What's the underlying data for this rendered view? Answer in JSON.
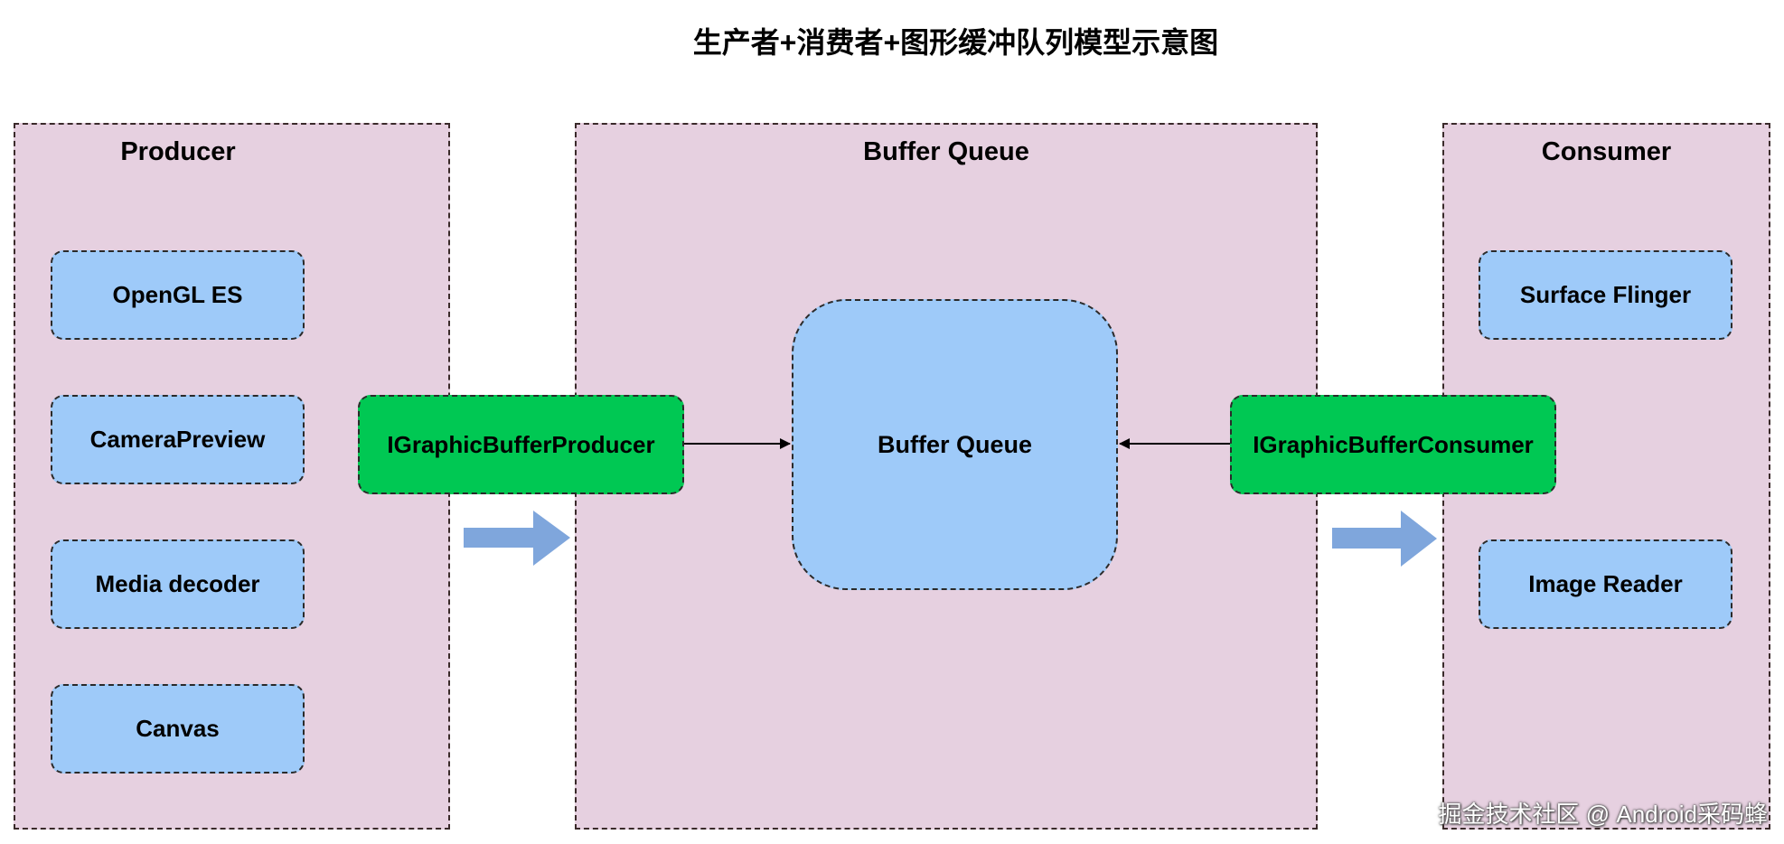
{
  "title": "生产者+消费者+图形缓冲队列模型示意图",
  "producer": {
    "title": "Producer",
    "items": [
      "OpenGL ES",
      "CameraPreview",
      "Media decoder",
      "Canvas"
    ]
  },
  "buffer_queue": {
    "title": "Buffer Queue",
    "center_label": "Buffer Queue"
  },
  "consumer": {
    "title": "Consumer",
    "items": [
      "Surface Flinger",
      "Image Reader"
    ]
  },
  "interfaces": {
    "producer_interface": "IGraphicBufferProducer",
    "consumer_interface": "IGraphicBufferConsumer"
  },
  "footer": "掘金技术社区 @ Android采码蜂",
  "colors": {
    "panel": "#e6d0e0",
    "box_blue": "#9ecaf9",
    "box_green": "#00c853",
    "flow_arrow": "#7fa6dc"
  }
}
